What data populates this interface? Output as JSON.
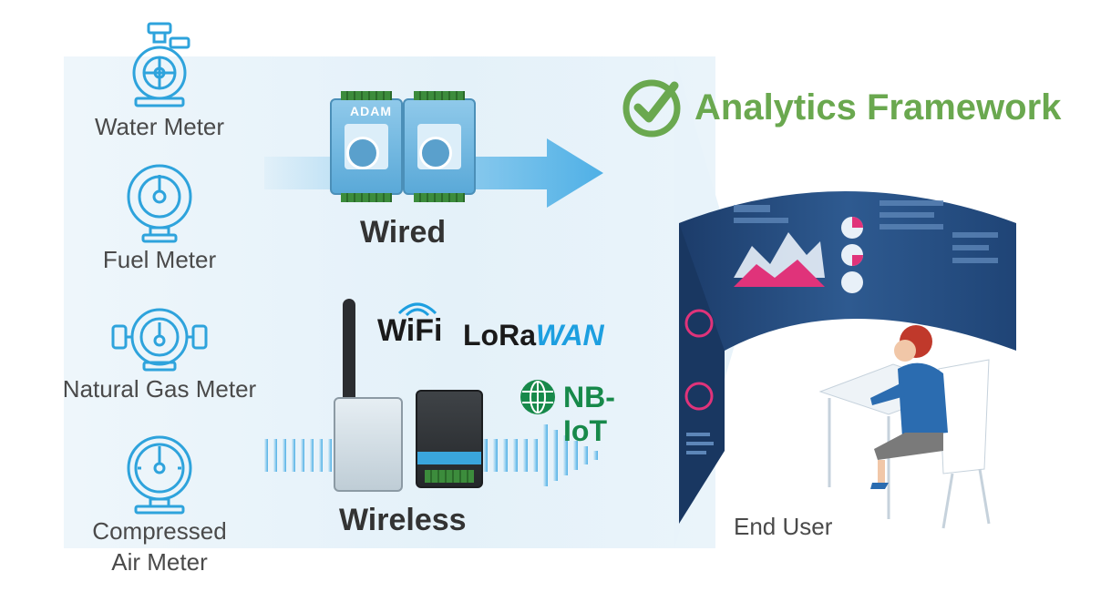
{
  "meters": [
    {
      "label": "Water Meter",
      "icon": "water-meter-icon"
    },
    {
      "label": "Fuel Meter",
      "icon": "fuel-meter-icon"
    },
    {
      "label": "Natural Gas Meter",
      "icon": "gas-meter-icon"
    },
    {
      "label": "Compressed\nAir Meter",
      "icon": "air-meter-icon"
    }
  ],
  "wired": {
    "label": "Wired",
    "device_brand": "ADAM"
  },
  "wireless": {
    "label": "Wireless",
    "logos": {
      "wifi": "WiFi",
      "lora_a": "LoRa",
      "lora_b": "WAN",
      "nbiot": "NB-IoT"
    }
  },
  "framework": {
    "title": "Analytics Framework"
  },
  "end_user": {
    "label": "End User"
  },
  "colors": {
    "accent_green": "#6aa84f",
    "arrow_blue": "#4fb0e6",
    "nb_green": "#17894a",
    "lora_blue": "#1d9fe0"
  }
}
